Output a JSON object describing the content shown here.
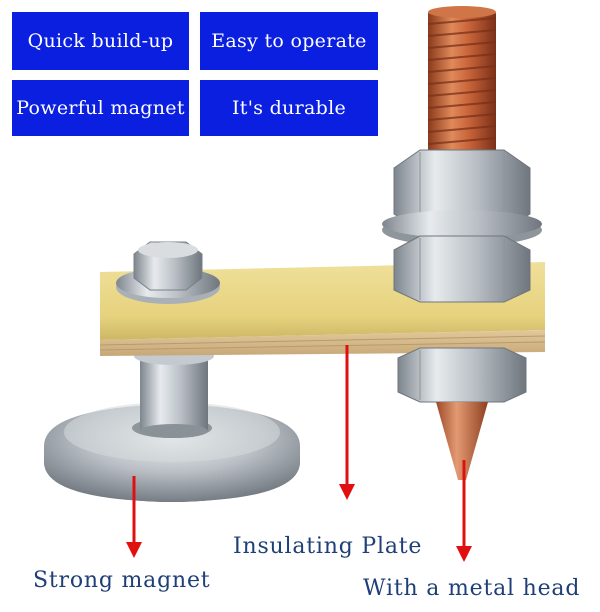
{
  "features": [
    {
      "label": "Quick build-up"
    },
    {
      "label": "Easy to operate"
    },
    {
      "label": "Powerful magnet"
    },
    {
      "label": "It's durable"
    }
  ],
  "callouts": {
    "insulating_plate": "Insulating Plate",
    "strong_magnet": "Strong magnet",
    "metal_head": "With a metal head"
  },
  "colors": {
    "badge_background": "#0a1fe0",
    "badge_text": "#ffffff",
    "caption_text": "#1f3f78",
    "arrow": "#e01010",
    "plate": "#e9d98a",
    "copper": "#c8643a",
    "steel": "#b9bfc5"
  }
}
